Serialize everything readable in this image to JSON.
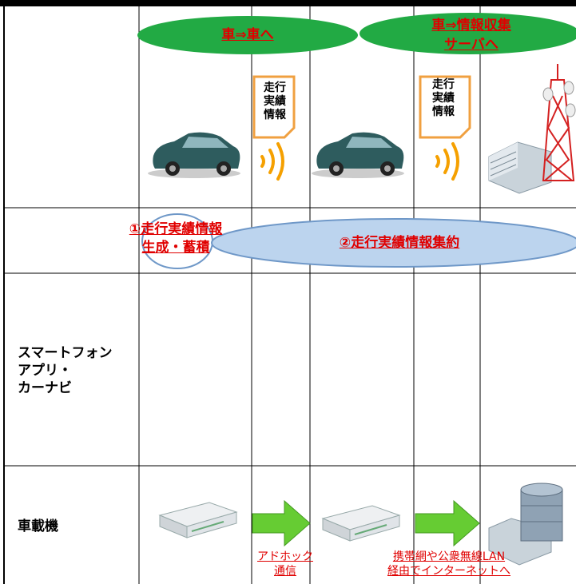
{
  "bubbles": {
    "car_to_car": "車⇒車へ",
    "car_to_server": "車⇒情報収集\nサーバへ",
    "step1": "①走行実績情報\n生成・蓄積",
    "step2": "②走行実績情報集約"
  },
  "docs": {
    "doc1": "走行\n実績\n情報",
    "doc2": "走行\n実績\n情報"
  },
  "rows": {
    "smartphone": "スマートフォン\nアプリ・\nカーナビ",
    "onboard": "車載機"
  },
  "notes": {
    "adhoc": "アドホック\n通信",
    "mobile": "携帯網や公衆無線LAN\n経由でインターネットへ"
  },
  "colors": {
    "green_ellipse": "#22aa44",
    "blue_ellipse": "#bcd4ee",
    "arrow_green": "#66cc33",
    "red_text": "#e00000"
  }
}
